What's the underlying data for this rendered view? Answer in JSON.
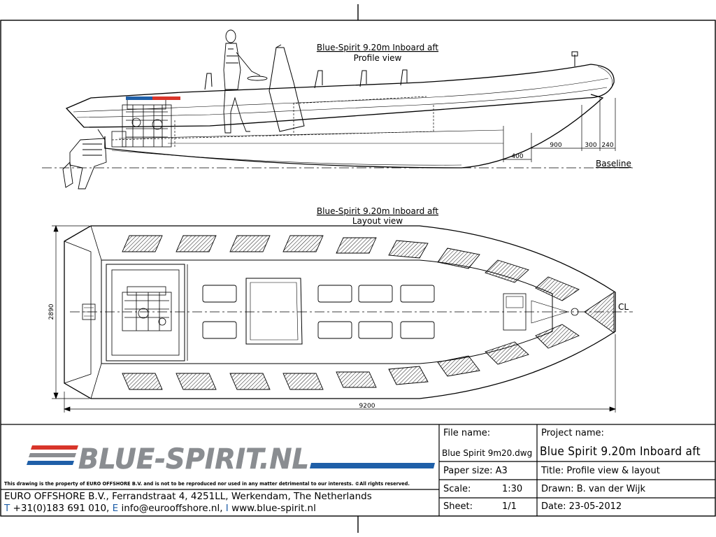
{
  "drawing": {
    "profile": {
      "title_line1": "Blue-Spirit 9.20m Inboard aft",
      "title_line2": "Profile view",
      "dims": [
        "400",
        "900",
        "300",
        "240"
      ],
      "baseline_label": "Baseline"
    },
    "layout": {
      "title_line1": "Blue-Spirit 9.20m Inboard aft",
      "title_line2": "Layout view",
      "width_dim": "2890",
      "length_dim": "9200",
      "centerline_label": "CL"
    }
  },
  "title_block": {
    "logo_text": "BLUE-SPIRIT.NL",
    "property_note": "This drawing is the property of EURO OFFSHORE B.V. and is not to be reproduced nor used in any matter detrimental to our interests. ©All rights reserved.",
    "company_address": "EURO OFFSHORE B.V., Ferrandstraat 4, 4251LL, Werkendam, The Netherlands",
    "contact": {
      "t_letter": "T",
      "phone": " +31(0)183 691 010, ",
      "e_letter": "E",
      "email": " info@eurooffshore.nl, ",
      "i_letter": "I",
      "web": " www.blue-spirit.nl"
    },
    "file_name_label": "File name:",
    "file_name_value": "Blue Spirit 9m20.dwg",
    "paper_size": "Paper size: A3",
    "scale_label": "Scale:",
    "scale_value": "1:30",
    "sheet_label": "Sheet:",
    "sheet_value": "1/1",
    "project_name_label": "Project name:",
    "project_name_value": "Blue Spirit 9.20m Inboard aft",
    "title_line": "Title:  Profile view & layout",
    "drawn_line": "Drawn: B. van der Wijk",
    "date_line": "Date:  23-05-2012"
  },
  "colors": {
    "ink": "#000000",
    "logo_blue": "#1f5fa8",
    "logo_red": "#d8352a",
    "logo_gray": "#8a8d91"
  }
}
